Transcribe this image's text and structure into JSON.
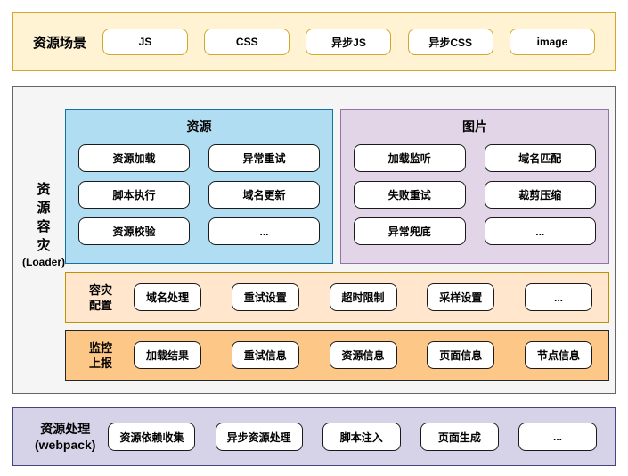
{
  "colors": {
    "scenario_fill": "#FFF3D4",
    "scenario_border": "#D4A629",
    "loader_fill": "#F5F5F5",
    "loader_border": "#666666",
    "panel_resource_fill": "#B1DDF2",
    "panel_resource_border": "#10739E",
    "panel_image_fill": "#E1D5E7",
    "panel_image_border": "#9673A6",
    "config_fill": "#FFE6CC",
    "config_border": "#BF9000",
    "monitor_fill": "#FDC787",
    "monitor_border": "#262626",
    "webpack_fill": "#D6D2E7",
    "webpack_border": "#45457E",
    "node_fill": "#FFFFFF",
    "node_border": "#1A1A1A"
  },
  "scenario": {
    "label": "资源场景",
    "items": [
      "JS",
      "CSS",
      "异步JS",
      "异步CSS",
      "image"
    ]
  },
  "loader": {
    "label_chars": [
      "资",
      "源",
      "容",
      "灾"
    ],
    "label_suffix": "(Loader)",
    "panels": [
      {
        "title": "资源",
        "items": [
          "资源加载",
          "异常重试",
          "脚本执行",
          "域名更新",
          "资源校验",
          "..."
        ]
      },
      {
        "title": "图片",
        "items": [
          "加载监听",
          "域名匹配",
          "失败重试",
          "裁剪压缩",
          "异常兜底",
          "..."
        ]
      }
    ],
    "config_row": {
      "label_top": "容灾",
      "label_bottom": "配置",
      "items": [
        "域名处理",
        "重试设置",
        "超时限制",
        "采样设置",
        "..."
      ]
    },
    "monitor_row": {
      "label_top": "监控",
      "label_bottom": "上报",
      "items": [
        "加载结果",
        "重试信息",
        "资源信息",
        "页面信息",
        "节点信息"
      ]
    }
  },
  "webpack": {
    "label_top": "资源处理",
    "label_bottom": "(webpack)",
    "items": [
      "资源依赖收集",
      "异步资源处理",
      "脚本注入",
      "页面生成",
      "..."
    ]
  }
}
